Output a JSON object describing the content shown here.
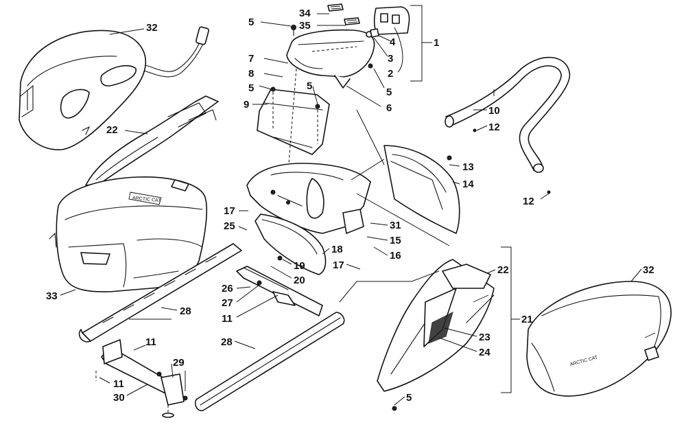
{
  "callouts": {
    "c34": "34",
    "c35": "35",
    "c1": "1",
    "c5a": "5",
    "c4": "4",
    "c3": "3",
    "c2": "2",
    "c7": "7",
    "c8": "8",
    "c5b": "5",
    "c5c": "5",
    "c9": "9",
    "c5d": "5",
    "c6": "6",
    "c32a": "32",
    "c22a": "22",
    "c10": "10",
    "c12a": "12",
    "c12b": "12",
    "c13": "13",
    "c14": "14",
    "c17a": "17",
    "c25": "25",
    "c31": "31",
    "c15": "15",
    "c18": "18",
    "c16": "16",
    "c19": "19",
    "c17b": "17",
    "c20": "20",
    "c33": "33",
    "c26": "26",
    "c27": "27",
    "c28a": "28",
    "c11a": "11",
    "c22b": "22",
    "c21": "21",
    "c23": "23",
    "c24": "24",
    "c32b": "32",
    "c28b": "28",
    "c11b": "11",
    "c29": "29",
    "c11c": "11",
    "c30": "30",
    "c5e": "5"
  },
  "logos": {
    "seat_logo": "ARCTIC CAT",
    "bag_logo": "ARCTIC CAT"
  }
}
